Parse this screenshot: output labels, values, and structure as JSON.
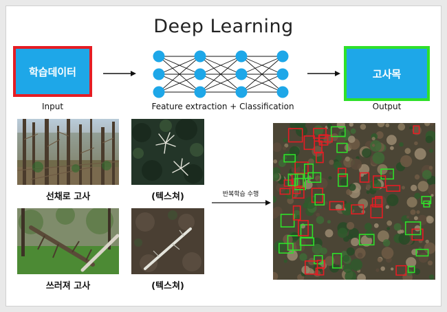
{
  "title": "Deep Learning",
  "input": {
    "box_label": "학습데이터",
    "caption": "Input"
  },
  "process": {
    "caption": "Feature extraction + Classification"
  },
  "output": {
    "box_label": "고사목",
    "caption": "Output"
  },
  "examples": [
    {
      "photo_label": "선채로 고사",
      "texture_label": "(텍스쳐)"
    },
    {
      "photo_label": "쓰러져 고사",
      "texture_label": "(텍스쳐)"
    }
  ],
  "training_label": "반복학습 수행",
  "colors": {
    "input_border": "#e51d24",
    "output_border": "#2fe02a",
    "box_fill": "#1ea7e8",
    "node": "#1ea7e8"
  },
  "icons": [
    "right-arrow-icon",
    "neural-network-icon"
  ]
}
